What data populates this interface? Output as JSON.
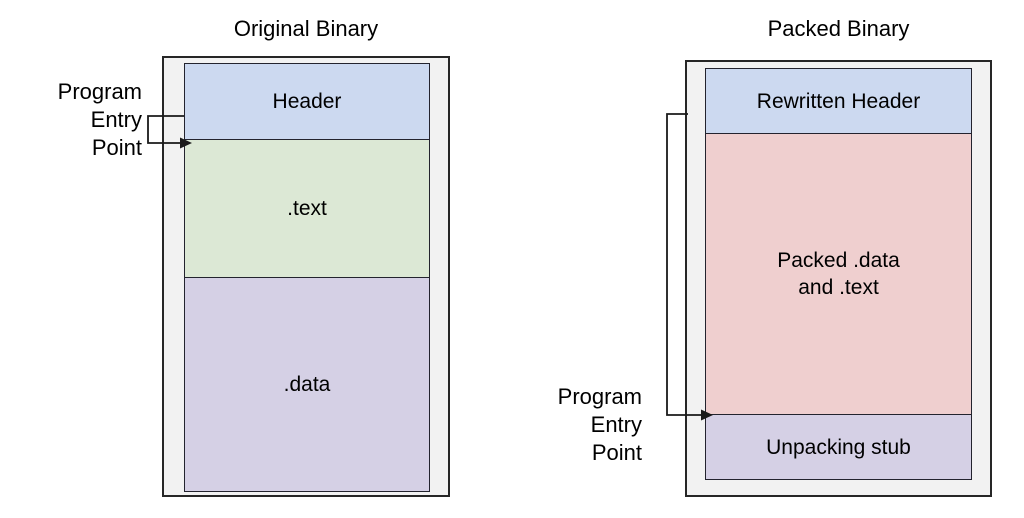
{
  "figure": {
    "background_color": "#ffffff",
    "shell_fill": "#f2f2f2",
    "shell_stroke": "#262626",
    "section_stroke": "#23232e",
    "connector_stroke": "#1a1a1a"
  },
  "diagrams": [
    {
      "id": "original-binary",
      "title": "Original Binary",
      "entry_label": {
        "line1": "Program",
        "line2": "Entry",
        "line3": "Point"
      },
      "sections": [
        {
          "id": "header",
          "label": "Header",
          "color": "#ccd9f0"
        },
        {
          "id": "text",
          "label": ".text",
          "color": "#dce8d5"
        },
        {
          "id": "data",
          "label": ".data",
          "color": "#d5d0e5"
        }
      ],
      "entry_points_to": "text"
    },
    {
      "id": "packed-binary",
      "title": "Packed Binary",
      "entry_label": {
        "line1": "Program",
        "line2": "Entry",
        "line3": "Point"
      },
      "sections": [
        {
          "id": "rewritten-header",
          "label": "Rewritten Header",
          "color": "#ccd9f0"
        },
        {
          "id": "packed-blob",
          "label": "Packed .data\nand .text",
          "label_line1": "Packed .data",
          "label_line2": "and .text",
          "color": "#efcfcf"
        },
        {
          "id": "unpacking-stub",
          "label": "Unpacking stub",
          "color": "#d5d0e5"
        }
      ],
      "entry_points_to": "unpacking-stub"
    }
  ]
}
